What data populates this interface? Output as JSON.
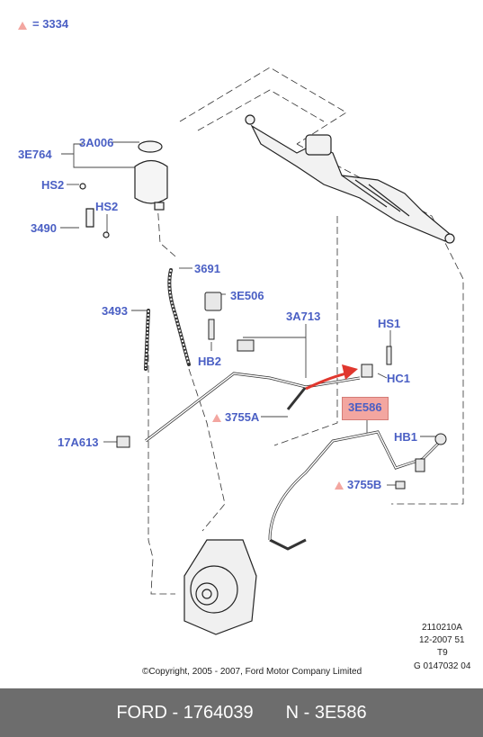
{
  "legend": {
    "symbol": "triangle",
    "value": "= 3334"
  },
  "labels": {
    "3E764": "3E764",
    "3A006": "3A006",
    "HS2a": "HS2",
    "HS2b": "HS2",
    "3490": "3490",
    "3691": "3691",
    "3E506": "3E506",
    "3493": "3493",
    "HB2": "HB2",
    "3A713": "3A713",
    "HS1": "HS1",
    "HC1": "HC1",
    "3755A": "3755A",
    "3E586": "3E586",
    "HB1": "HB1",
    "17A613": "17A613",
    "3755B": "3755B"
  },
  "meta": {
    "line1": "2110210A",
    "line2": "12-2007 51",
    "line3": "T9",
    "line4": "G 0147032 04",
    "copyright": "©Copyright, 2005 - 2007, Ford Motor Company Limited"
  },
  "footer": {
    "brand_part": "FORD - 1764039",
    "ref": "N - 3E586"
  },
  "colors": {
    "label": "#4a5fc4",
    "highlight": "#f3a6a0",
    "arrow": "#e0372e",
    "footer_bg": "#6d6d6d"
  }
}
